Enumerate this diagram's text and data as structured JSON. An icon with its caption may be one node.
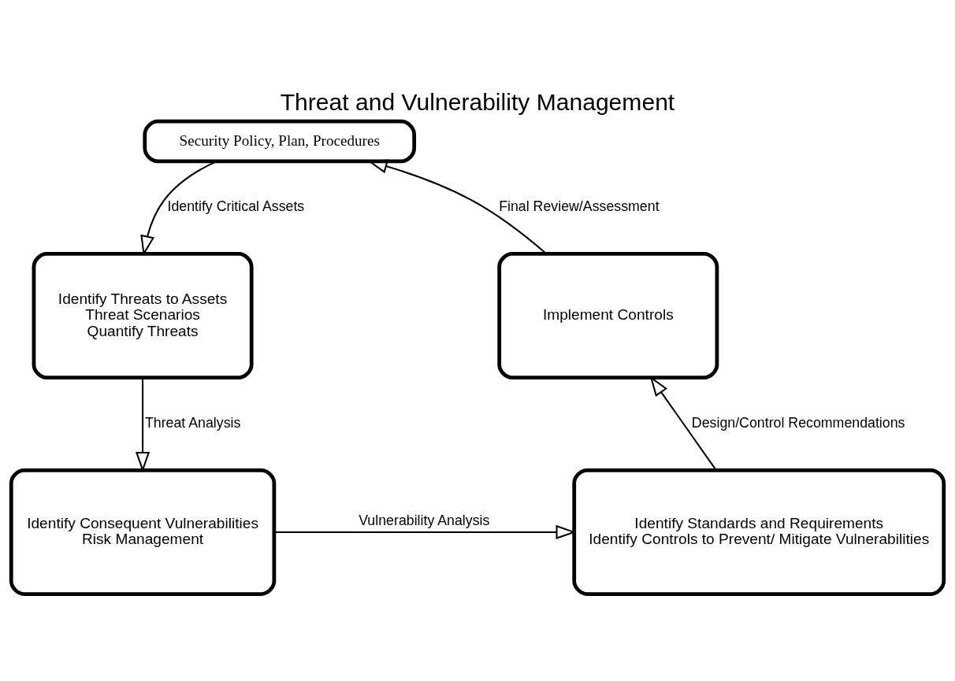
{
  "diagram": {
    "title": "Threat and Vulnerability Management",
    "nodes": [
      {
        "text": [
          "Security Policy, Plan, Procedures"
        ]
      },
      {
        "text": [
          "Identify Threats to Assets",
          "Threat Scenarios",
          "Quantify Threats"
        ]
      },
      {
        "text": [
          "Identify Consequent Vulnerabilities",
          "Risk Management"
        ]
      },
      {
        "text": [
          "Identify Standards and Requirements",
          "Identify Controls to Prevent/ Mitigate Vulnerabilities"
        ]
      },
      {
        "text": [
          "Implement Controls"
        ]
      }
    ],
    "edges": [
      {
        "from": 0,
        "to": 1,
        "arrow": "to",
        "label": "Identify Critical Assets"
      },
      {
        "from": 1,
        "to": 2,
        "arrow": "to",
        "label": "Threat Analysis"
      },
      {
        "from": 2,
        "to": 3,
        "arrow": "to",
        "label": "Vulnerability Analysis"
      },
      {
        "from": 3,
        "to": 4,
        "arrow": "to",
        "label": "Design/Control Recommendations"
      },
      {
        "from": 4,
        "to": 0,
        "arrow": "to",
        "label": "Final Review/Assessment"
      }
    ]
  }
}
